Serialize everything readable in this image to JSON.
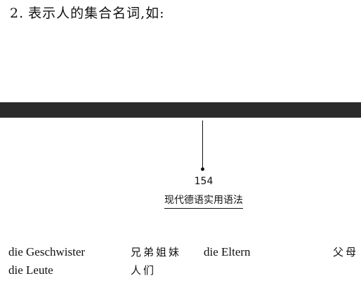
{
  "heading": {
    "number": "2.",
    "text": "表示人的集合名词,如:"
  },
  "page_number": "154",
  "book_title": "现代德语实用语法",
  "vocabulary": [
    {
      "german": "die Geschwister",
      "chinese": "兄弟姐妹"
    },
    {
      "german": "die Eltern",
      "chinese": "父母"
    },
    {
      "german": "die Leute",
      "chinese": "人们"
    }
  ]
}
